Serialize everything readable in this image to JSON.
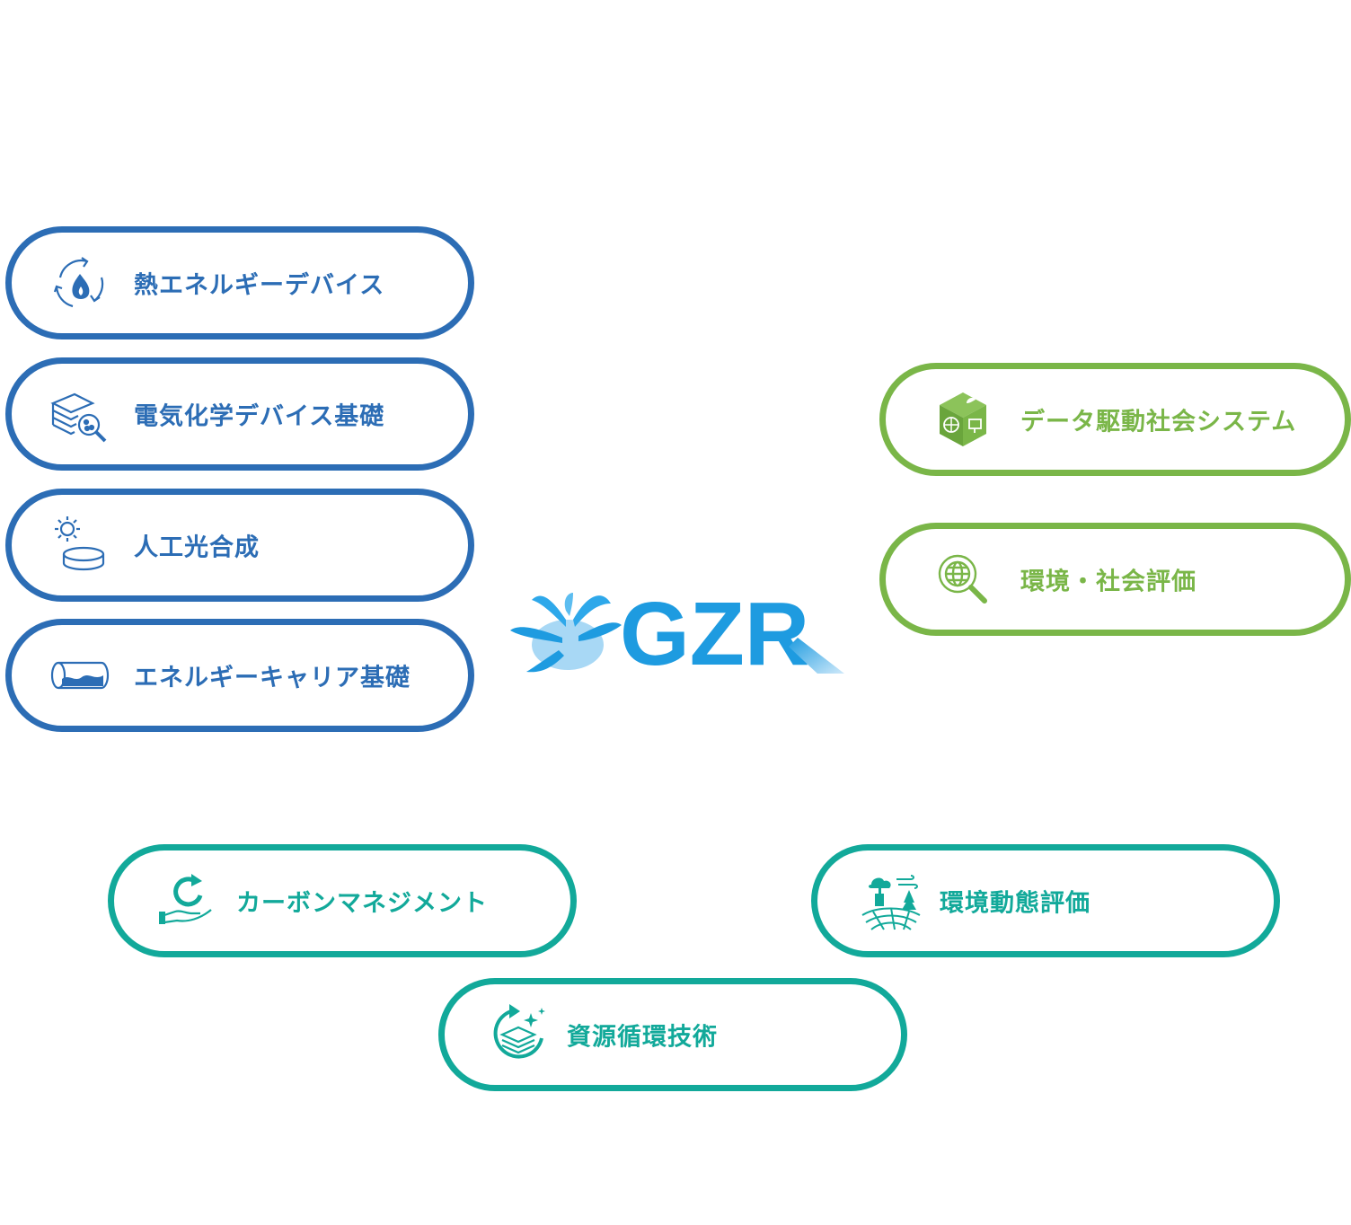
{
  "logo": {
    "text": "GZR",
    "colors": {
      "primary": "#1e9be0",
      "light": "#a8d8f5"
    }
  },
  "colors": {
    "blue": "#2c6db5",
    "green": "#7ab648",
    "teal": "#12a99a"
  },
  "groups": {
    "blue": [
      {
        "label": "熱エネルギーデバイス",
        "icon": "recycle-flame-icon"
      },
      {
        "label": "電気化学デバイス基礎",
        "icon": "layers-magnifier-icon"
      },
      {
        "label": "人工光合成",
        "icon": "sun-dish-icon"
      },
      {
        "label": "エネルギーキャリア基礎",
        "icon": "tank-icon"
      }
    ],
    "green": [
      {
        "label": "データ駆動社会システム",
        "icon": "data-cube-icon"
      },
      {
        "label": "環境・社会評価",
        "icon": "globe-magnifier-icon"
      }
    ],
    "teal": [
      {
        "label": "カーボンマネジメント",
        "icon": "hand-cycle-icon"
      },
      {
        "label": "環境動態評価",
        "icon": "environment-field-icon"
      },
      {
        "label": "資源循環技術",
        "icon": "resource-cycle-icon"
      }
    ]
  }
}
